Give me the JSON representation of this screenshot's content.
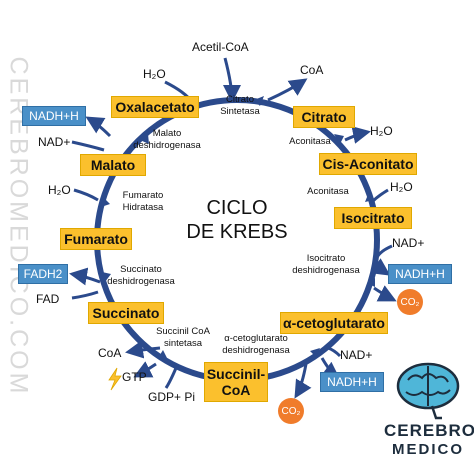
{
  "watermark": "CEREBROMEDICO.COM",
  "title": {
    "line1": "CICLO",
    "line2": "DE KREBS"
  },
  "compounds": {
    "oxalacetato": "Oxalacetato",
    "citrato": "Citrato",
    "cis_aconitato": "Cis-Aconitato",
    "isocitrato": "Isocitrato",
    "a_cetoglutarato": "α-cetoglutarato",
    "succinil_coa_1": "Succinil-",
    "succinil_coa_2": "CoA",
    "succinato": "Succinato",
    "fumarato": "Fumarato",
    "malato": "Malato"
  },
  "enzymes": {
    "citrato_sintetasa_1": "Citrato",
    "citrato_sintetasa_2": "Sintetasa",
    "aconitasa_1": "Aconitasa",
    "aconitasa_2": "Aconitasa",
    "isocitrato_dh_1": "Isocitrato",
    "isocitrato_dh_2": "deshidrogenasa",
    "akg_dh_1": "α-cetoglutarato",
    "akg_dh_2": "deshidrogenasa",
    "succinil_coa_sint_1": "Succinil CoA",
    "succinil_coa_sint_2": "sintetasa",
    "succinato_dh_1": "Succinato",
    "succinato_dh_2": "deshidrogenasa",
    "fumarato_hidratasa_1": "Fumarato",
    "fumarato_hidratasa_2": "Hidratasa",
    "malato_dh_1": "Malato",
    "malato_dh_2": "deshidrogenasa"
  },
  "molecules": {
    "acetil_coa": "Acetil-CoA",
    "h2o_top_left": "H₂O",
    "coa_top": "CoA",
    "h2o_right_1": "H₂O",
    "h2o_right_2": "H₂O",
    "nad_right": "NAD+",
    "nad_bottom": "NAD+",
    "coa_bottom": "CoA",
    "gtp": "GTP",
    "gdp_pi": "GDP+ Pi",
    "fad": "FAD",
    "h2o_left": "H₂O",
    "nad_left": "NAD+"
  },
  "cofactor_boxes": {
    "nadh_top_left": "NADH+H",
    "nadh_right": "NADH+H",
    "nadh_bottom": "NADH+H",
    "fadh2": "FADH2"
  },
  "co2": {
    "right": "CO₂",
    "bottom": "CO₂"
  },
  "logo": {
    "line1": "CEREBRO",
    "line2": "MEDICO"
  },
  "colors": {
    "cycle": "#2b4a8c",
    "compound_box": "#fbc02d",
    "cofactor_box": "#4a90c8",
    "co2": "#f07c2b",
    "watermark": "#d9d9d9"
  }
}
